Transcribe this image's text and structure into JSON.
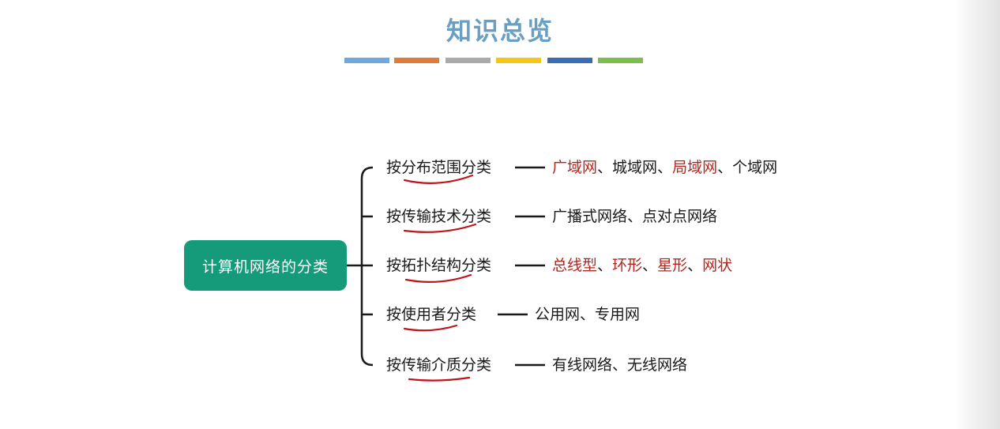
{
  "slide": {
    "title": "知识总览",
    "accent_bar_colors": [
      "#6fa8dc",
      "#e07b39",
      "#aaaaaa",
      "#f5c518",
      "#3a6db5",
      "#7bbf4b"
    ]
  },
  "mindmap": {
    "root": {
      "label": "计算机网络的分类"
    },
    "branches": [
      {
        "label": "按分布范围分类",
        "values": [
          {
            "text": "广域网",
            "highlight": true
          },
          {
            "text": "、",
            "highlight": false
          },
          {
            "text": "城域网",
            "highlight": false
          },
          {
            "text": "、",
            "highlight": false
          },
          {
            "text": "局域网",
            "highlight": true
          },
          {
            "text": "、",
            "highlight": false
          },
          {
            "text": "个域网",
            "highlight": false
          }
        ]
      },
      {
        "label": "按传输技术分类",
        "values": [
          {
            "text": "广播式网络",
            "highlight": false
          },
          {
            "text": "、",
            "highlight": false
          },
          {
            "text": "点对点网络",
            "highlight": false
          }
        ]
      },
      {
        "label": "按拓扑结构分类",
        "values": [
          {
            "text": "总线型",
            "highlight": true
          },
          {
            "text": "、",
            "highlight": false
          },
          {
            "text": "环形",
            "highlight": true
          },
          {
            "text": "、",
            "highlight": false
          },
          {
            "text": "星形",
            "highlight": true
          },
          {
            "text": "、",
            "highlight": false
          },
          {
            "text": "网状",
            "highlight": true
          }
        ]
      },
      {
        "label": "按使用者分类",
        "values": [
          {
            "text": "公用网",
            "highlight": false
          },
          {
            "text": "、",
            "highlight": false
          },
          {
            "text": "专用网",
            "highlight": false
          }
        ]
      },
      {
        "label": "按传输介质分类",
        "values": [
          {
            "text": "有线网络",
            "highlight": false
          },
          {
            "text": "、",
            "highlight": false
          },
          {
            "text": "无线网络",
            "highlight": false
          }
        ]
      }
    ],
    "colors": {
      "root_fill": "#159a7a",
      "highlight_text": "#b3261e",
      "underline_mark": "#c0141c",
      "connector": "#1a1a1a"
    }
  }
}
